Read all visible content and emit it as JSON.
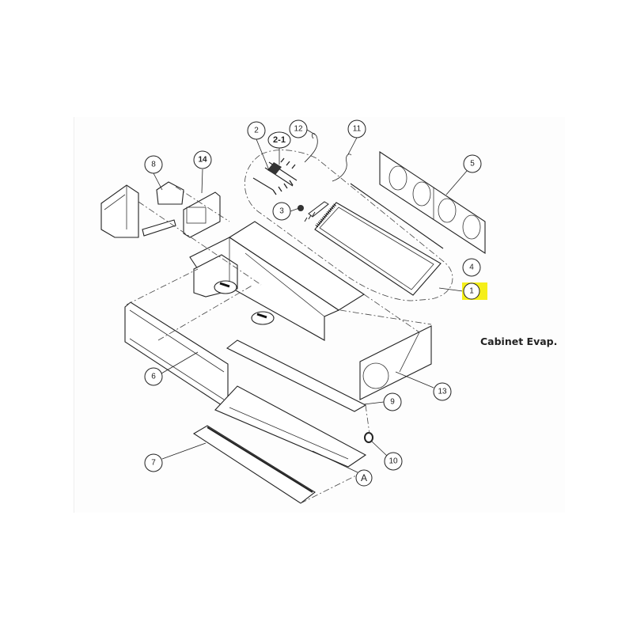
{
  "diagram": {
    "title": "Cabinet Evap.",
    "highlight_color": "#f5ef1a",
    "callouts": {
      "c1": "1",
      "c2": "2",
      "c2_1": "2-1",
      "c3": "3",
      "c4": "4",
      "c5": "5",
      "c6": "6",
      "c7": "7",
      "c8": "8",
      "c9": "9",
      "c10": "10",
      "c11": "11",
      "c12": "12",
      "c13": "13",
      "c14": "14",
      "cA": "A"
    },
    "highlighted_callout": "1"
  }
}
